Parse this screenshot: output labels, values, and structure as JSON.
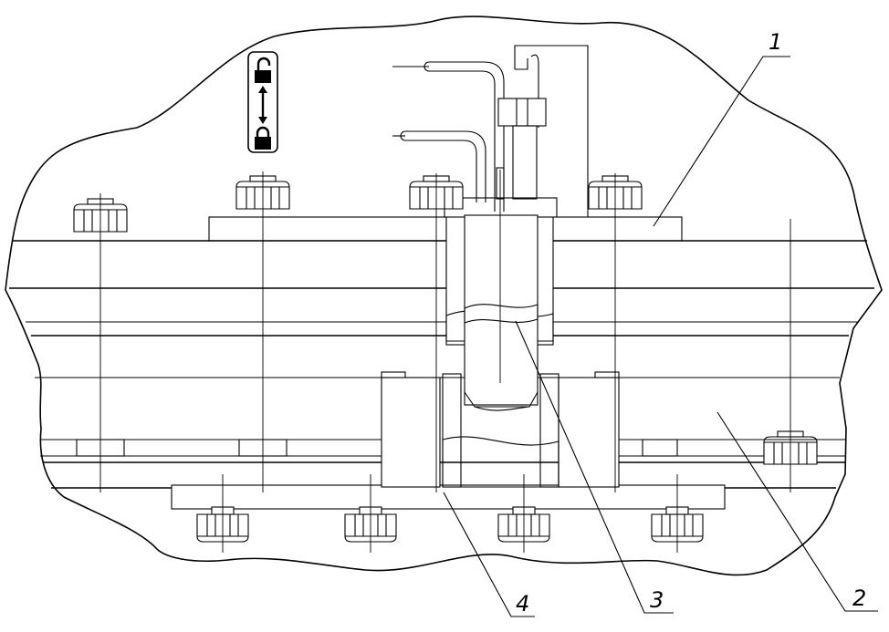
{
  "drawing": {
    "callouts": [
      {
        "id": "1",
        "label": "1",
        "part": "cover-plate"
      },
      {
        "id": "2",
        "label": "2",
        "part": "base-body"
      },
      {
        "id": "3",
        "label": "3",
        "part": "locking-pin"
      },
      {
        "id": "4",
        "label": "4",
        "part": "bottom-plate"
      }
    ],
    "lock_sign": {
      "top_icon": "unlocked-padlock-icon",
      "arrow": "double-arrow-icon",
      "bottom_icon": "locked-padlock-icon"
    }
  }
}
